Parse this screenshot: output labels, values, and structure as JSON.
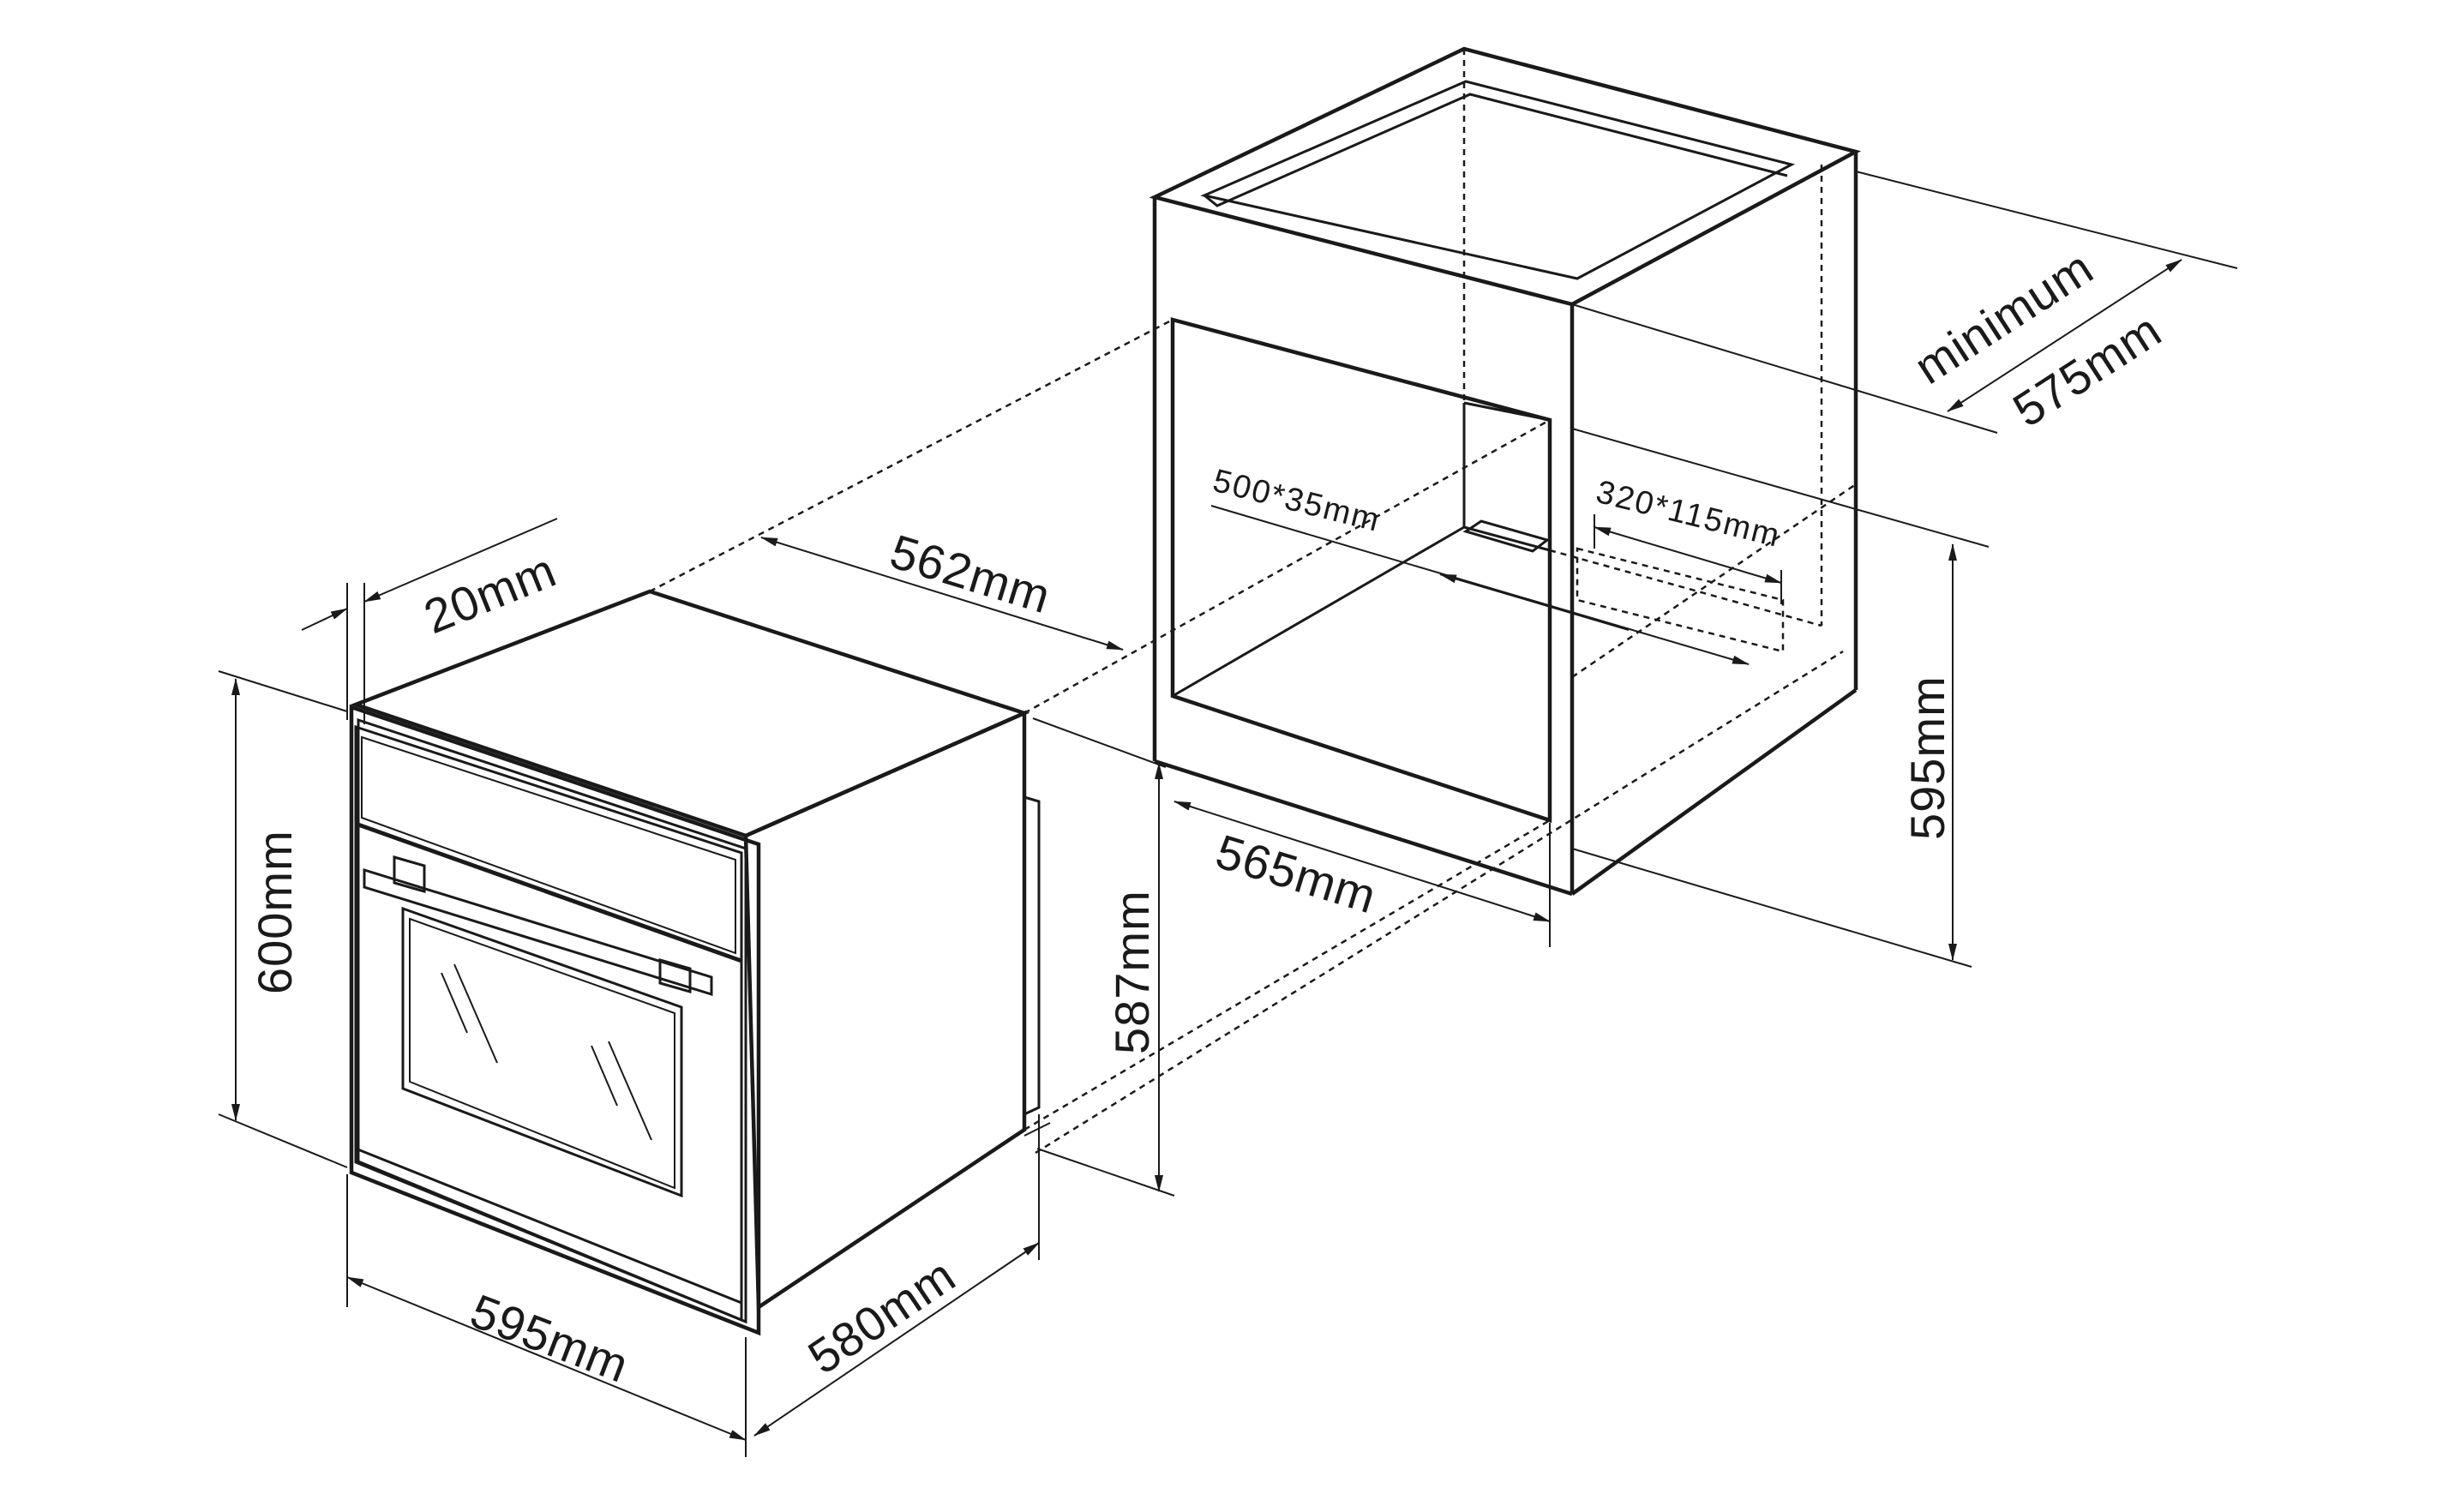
{
  "dimensions": {
    "panel_depth": "20mm",
    "oven_height": "600mm",
    "oven_width": "595mm",
    "oven_depth": "580mm",
    "install_depth": "562mm",
    "niche_height": "587mm",
    "niche_width": "565mm",
    "cabinet_height": "595mm",
    "minimum_label": "minimum",
    "cabinet_depth": "575mm",
    "front_vent": "500*35mm",
    "rear_vent": "320*115mm"
  }
}
